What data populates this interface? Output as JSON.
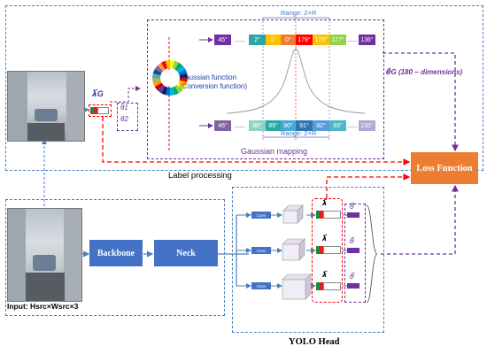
{
  "top_section": {
    "title": "Label processing",
    "lambda_label": "λ⃗G",
    "theta1": "θ1",
    "theta2": "θ2",
    "gaussian_function": "Gaussian function",
    "conversion_function": "(Conversion function)",
    "gaussian_mapping": "Gaussian mapping",
    "range_top": "Range: 2×R",
    "range_bottom": "Range: 2×R",
    "theta_g_output": "θ⃗G (180 − dimensions)",
    "top_row": [
      "45°",
      "......",
      "2°",
      "1°",
      "0°",
      "179°",
      "178°",
      "177°",
      "......",
      "136°"
    ],
    "bottom_row": [
      "46°",
      "......",
      "88°",
      "89°",
      "90°",
      "91°",
      "92°",
      "93°",
      "......",
      "135°"
    ]
  },
  "bottom_section": {
    "input_label": "Input: Hsrc×Wsrc×3",
    "backbone": "Backbone",
    "neck": "Neck",
    "yolo_head": "YOLO Head",
    "conv_labels": [
      "Conv",
      "Conv",
      "Conv"
    ],
    "lambda_labels": [
      "λ⃗",
      "λ⃗",
      "λ⃗"
    ],
    "theta_labels": [
      "θ⃗",
      "θ⃗",
      "θ⃗"
    ]
  },
  "loss_function": "Loss Function",
  "colors": {
    "blue": "#4472c4",
    "orange": "#ed7d31",
    "purple": "#7030a0",
    "red": "#ff0000",
    "dashed_blue": "#4a7fc1"
  }
}
